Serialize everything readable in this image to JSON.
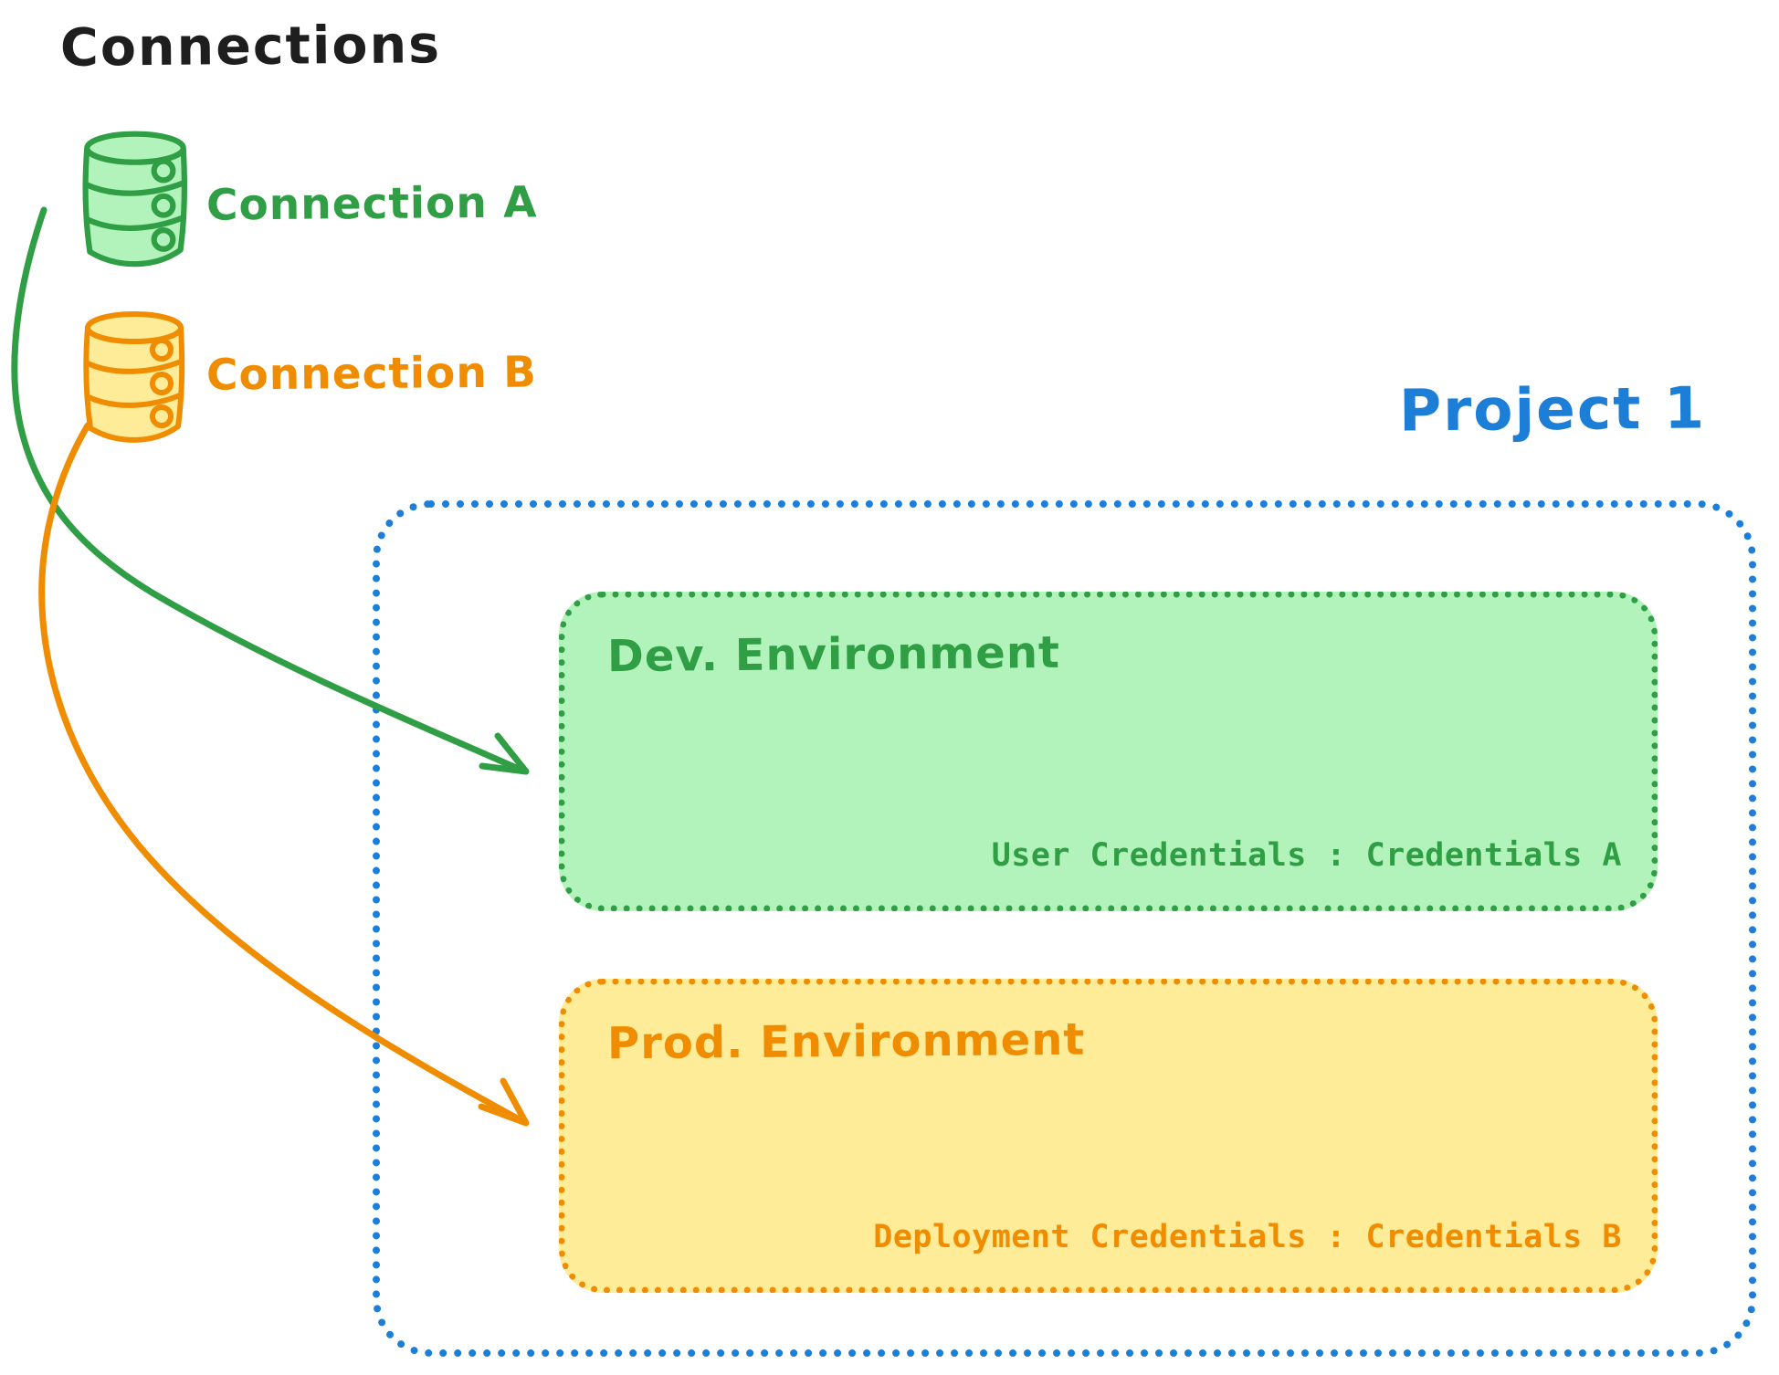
{
  "title": "Connections",
  "connections": [
    {
      "id": "connection-a",
      "label": "Connection A",
      "icon": "database-icon",
      "color": "#2f9e44"
    },
    {
      "id": "connection-b",
      "label": "Connection B",
      "icon": "database-icon",
      "color": "#f08c00"
    }
  ],
  "project": {
    "label": "Project 1",
    "color": "#1c7ed6",
    "environments": [
      {
        "id": "dev-environment",
        "title": "Dev. Environment",
        "credentials": "User Credentials : Credentials A",
        "stroke": "#2f9e44",
        "fill": "#b2f2bb"
      },
      {
        "id": "prod-environment",
        "title": "Prod. Environment",
        "credentials": "Deployment Credentials : Credentials B",
        "stroke": "#f08c00",
        "fill": "#ffec99"
      }
    ]
  },
  "arrows": [
    {
      "from": "Connection A",
      "to": "Dev. Environment",
      "color": "#2f9e44"
    },
    {
      "from": "Connection B",
      "to": "Prod. Environment",
      "color": "#f08c00"
    }
  ],
  "colors": {
    "ink": "#1e1e1e",
    "green": "#2f9e44",
    "green-fill": "#b2f2bb",
    "orange": "#f08c00",
    "orange-fill": "#ffec99",
    "blue": "#1c7ed6"
  }
}
